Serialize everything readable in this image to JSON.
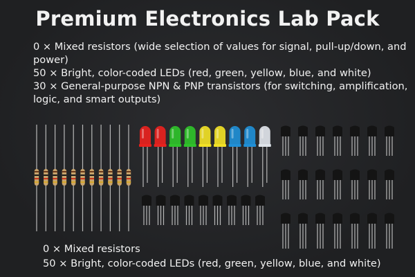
{
  "title": "Premium Electronics Lab Pack",
  "description": [
    "0 × Mixed resistors (wide selection of values for signal, pull-up/down, and power)",
    "50 × Bright, color-coded LEDs (red, green, yellow, blue, and white)",
    "30 × General-purpose NPN & PNP transistors (for switching, amplification, logic, and smart outputs)"
  ],
  "bottom_lines": [
    "0 × Mixed resistors",
    "50 × Bright, color-coded LEDs (red, green, yellow, blue, and white)"
  ],
  "colors": {
    "background": "#222325",
    "led_red": "#e8221e",
    "led_green": "#2fc22a",
    "led_yellow": "#f1e126",
    "led_blue": "#1f8fd6",
    "led_white": "#dfe4ea",
    "transistor_body": "#141414",
    "resistor_body": "#c9a46c"
  },
  "leds": [
    "red",
    "red",
    "green",
    "green",
    "yellow",
    "yellow",
    "blue",
    "blue",
    "white"
  ],
  "icons": [
    "resistor-icon",
    "led-icon",
    "transistor-icon"
  ]
}
